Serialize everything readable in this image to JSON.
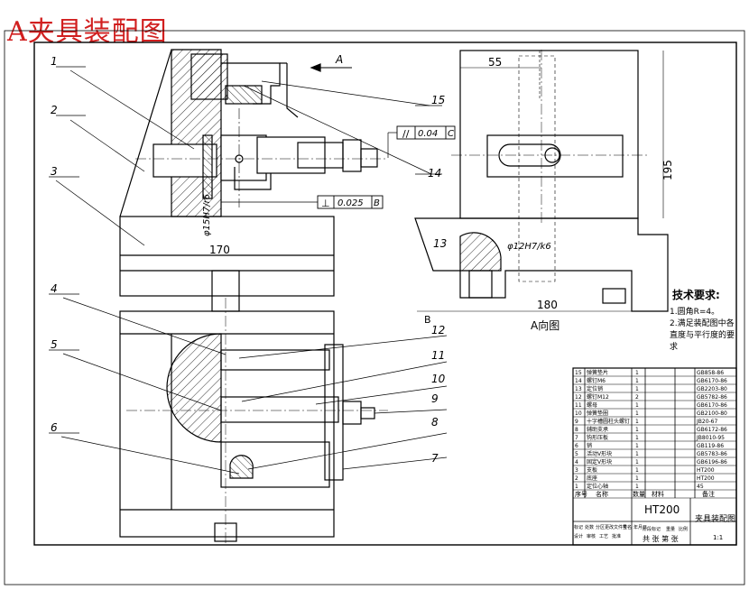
{
  "title": "A夹具装配图",
  "section_label": "A",
  "view_caption": "A向图",
  "dimensions": {
    "d55": "55",
    "d170": "170",
    "d180": "180",
    "d195": "195",
    "fit_left": "φ15H7/r6",
    "fit_right": "φ12H7/k6",
    "par_tol": "0.04",
    "par_datum": "C",
    "perp_tol": "0.025",
    "perp_datum": "B",
    "datum_b": "B"
  },
  "balloons": [
    "1",
    "2",
    "3",
    "4",
    "5",
    "6",
    "7",
    "8",
    "9",
    "10",
    "11",
    "12",
    "13",
    "14",
    "15"
  ],
  "tech_req": {
    "heading": "技术要求:",
    "lines": [
      "1.圆角R=4。",
      "2.满足装配图中各",
      "直度与平行度的要",
      "求"
    ]
  },
  "bom_rows": [
    {
      "no": "15",
      "name": "弹簧垫片",
      "qty": "1",
      "std": "GB858-86"
    },
    {
      "no": "14",
      "name": "螺钉M6",
      "qty": "1",
      "std": "GB6170-86"
    },
    {
      "no": "13",
      "name": "定位销",
      "qty": "1",
      "std": "GB2203-80"
    },
    {
      "no": "12",
      "name": "螺钉M12",
      "qty": "2",
      "std": "GB5782-86"
    },
    {
      "no": "11",
      "name": "螺母",
      "qty": "1",
      "std": "GB6170-86"
    },
    {
      "no": "10",
      "name": "弹簧垫圈",
      "qty": "1",
      "std": "GB2100-80"
    },
    {
      "no": "9",
      "name": "十字槽圆柱头螺钉",
      "qty": "1",
      "std": "JB20-67"
    },
    {
      "no": "8",
      "name": "辅助支承",
      "qty": "1",
      "std": "GB6172-86"
    },
    {
      "no": "7",
      "name": "钩形压板",
      "qty": "1",
      "std": "JB8010-95"
    },
    {
      "no": "6",
      "name": "销",
      "qty": "1",
      "std": "GB119-86"
    },
    {
      "no": "5",
      "name": "活动V形块",
      "qty": "1",
      "std": "GB5783-86"
    },
    {
      "no": "4",
      "name": "固定V形块",
      "qty": "1",
      "std": "GB6196-86"
    },
    {
      "no": "3",
      "name": "支板",
      "qty": "1",
      "std": "HT200"
    },
    {
      "no": "2",
      "name": "底座",
      "qty": "1",
      "std": "HT200"
    },
    {
      "no": "1",
      "name": "定位心轴",
      "qty": "1",
      "std": "45"
    }
  ],
  "bom_header": {
    "no": "序号",
    "name": "名称",
    "qty": "数量",
    "material": "材料",
    "note": "备注"
  },
  "title_block": {
    "material": "HT200",
    "drawing_name": "夹具装配图",
    "company": "共 张 第 张",
    "row_labels": [
      "标记",
      "处数",
      "分区",
      "更改文件号",
      "签名",
      "年月日"
    ],
    "role_labels": [
      "设计",
      "审核",
      "工艺",
      "批准"
    ],
    "stage_labels": [
      "阶段标记",
      "重量",
      "比例"
    ],
    "scale": "1:1"
  }
}
